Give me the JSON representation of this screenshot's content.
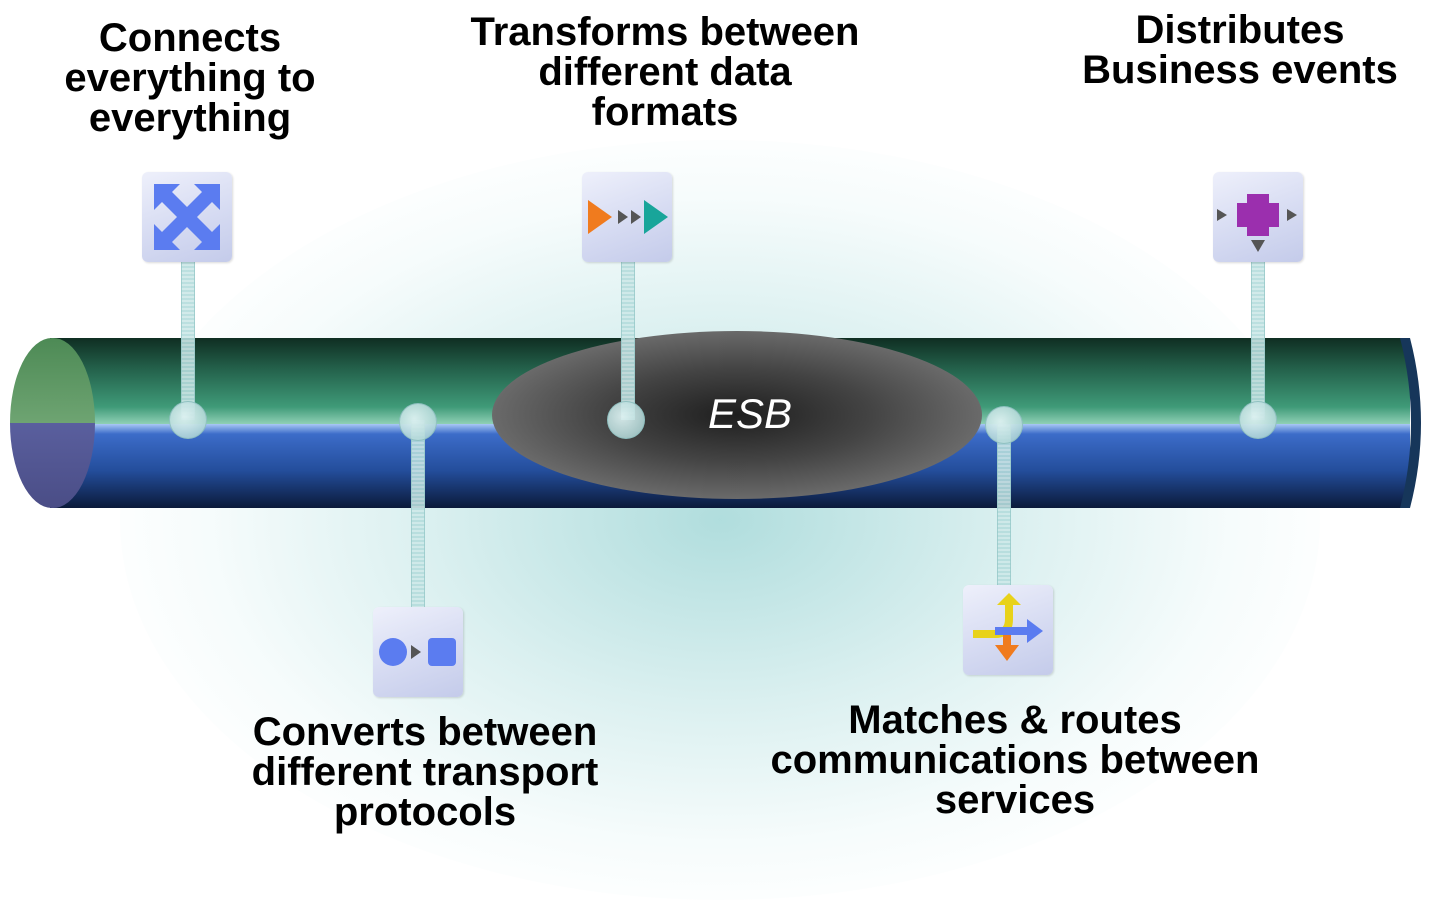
{
  "center_label": "ESB",
  "captions": {
    "connects": [
      "Connects",
      "everything to",
      "everything"
    ],
    "transforms": [
      "Transforms between",
      "different data",
      "formats"
    ],
    "distributes": [
      "Distributes",
      "Business events"
    ],
    "converts": [
      "Converts between",
      "different transport",
      "protocols"
    ],
    "matches": [
      "Matches & routes",
      "communications between",
      "services"
    ]
  },
  "icons": {
    "connects": "four-way-arrows-icon",
    "transforms": "transform-arrows-icon",
    "distributes": "publish-plus-icon",
    "converts": "circle-to-square-icon",
    "matches": "route-split-arrows-icon"
  },
  "colors": {
    "pipe_top": "#2f7a5a",
    "pipe_bottom": "#2f5aa8",
    "esb_ellipse": "#555555",
    "glow": "#a8dcdc",
    "icon_blue": "#5b7cf0",
    "icon_orange": "#f07b1e",
    "icon_teal": "#18a59a",
    "icon_purple": "#9b2fae",
    "icon_yellow": "#e8d21a"
  }
}
